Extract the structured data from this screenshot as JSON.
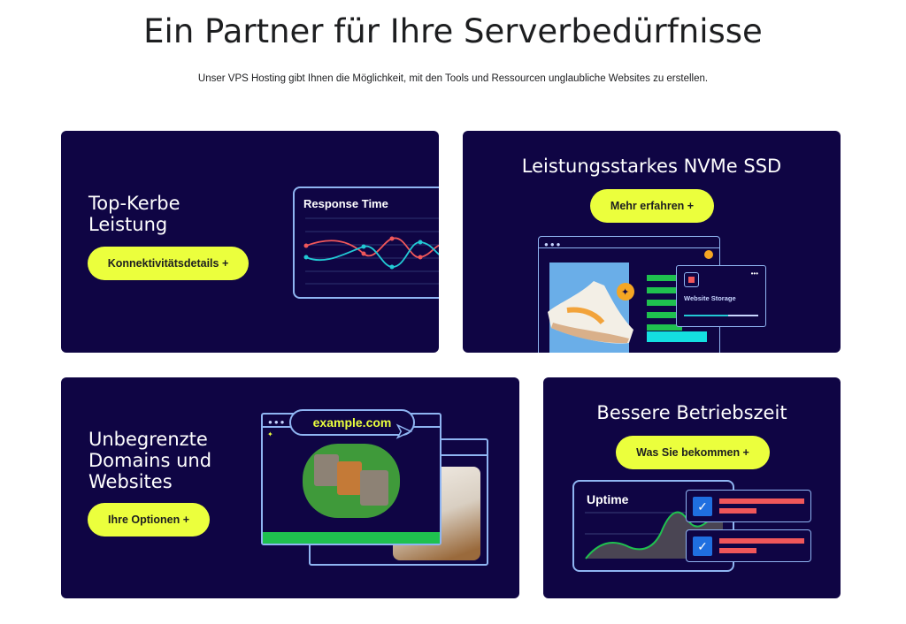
{
  "header": {
    "title": "Ein Partner für Ihre Serverbedürfnisse",
    "subtitle": "Unser VPS Hosting gibt Ihnen die Möglichkeit, mit den Tools und Ressourcen unglaubliche Websites zu erstellen."
  },
  "cards": [
    {
      "title_line1": "Top-Kerbe",
      "title_line2": "Leistung",
      "button": "Konnektivitätsdetails +",
      "panel_title": "Response Time"
    },
    {
      "title": "Leistungsstarkes NVMe SSD",
      "button": "Mehr erfahren +",
      "widget_title": "Website Storage"
    },
    {
      "title_line1": "Unbegrenzte",
      "title_line2": "Domains und",
      "title_line3": "Websites",
      "button": "Ihre Optionen +",
      "url": "example.com"
    },
    {
      "title": "Bessere Betriebszeit",
      "button": "Was Sie bekommen +",
      "panel_title": "Uptime"
    }
  ],
  "colors": {
    "card_bg": "#0f0544",
    "button": "#ebff3d",
    "teal": "#22c9d4",
    "red": "#f0575a",
    "green": "#1fc14f"
  }
}
